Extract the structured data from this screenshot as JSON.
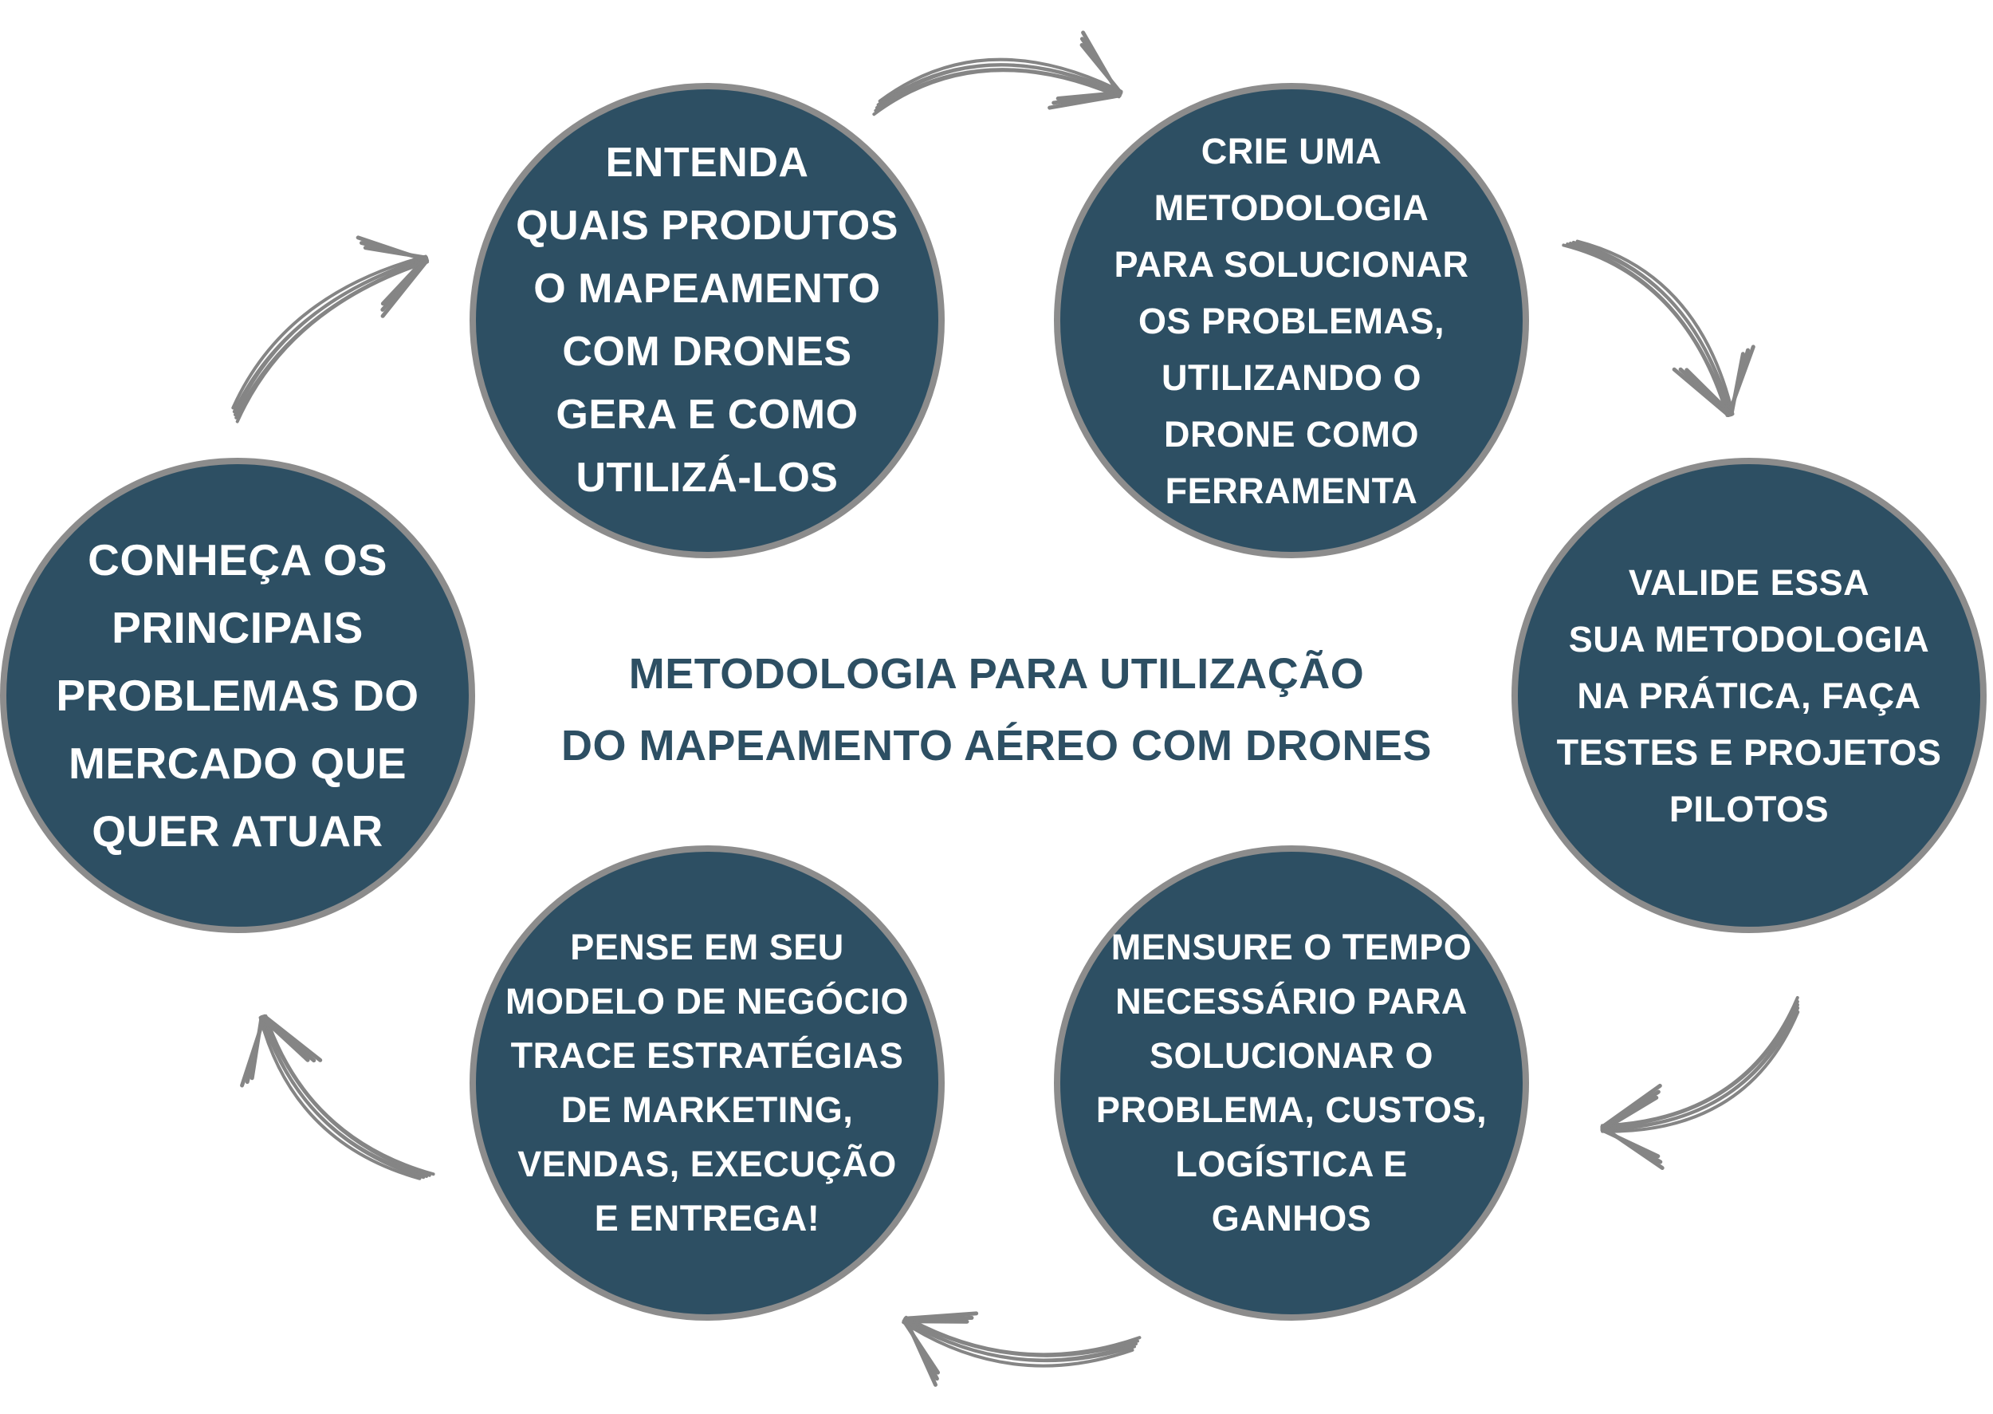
{
  "colors": {
    "circle_fill": "#2d4f63",
    "circle_border": "#8c8c8c",
    "circle_text": "#ffffff",
    "title_text": "#2d4f63",
    "arrow": "#858585"
  },
  "title": "METODOLOGIA PARA UTILIZAÇÃO\nDO MAPEAMENTO AÉREO COM DRONES",
  "steps": [
    {
      "text": "CONHEÇA OS\nPRINCIPAIS\nPROBLEMAS DO\nMERCADO QUE\nQUER ATUAR"
    },
    {
      "text": "ENTENDA\nQUAIS PRODUTOS\nO MAPEAMENTO\nCOM DRONES\nGERA E COMO\nUTILIZÁ-LOS"
    },
    {
      "text": "CRIE UMA\nMETODOLOGIA\nPARA SOLUCIONAR\nOS PROBLEMAS,\nUTILIZANDO O\nDRONE COMO\nFERRAMENTA"
    },
    {
      "text": "VALIDE ESSA\nSUA METODOLOGIA\nNA PRÁTICA, FAÇA\nTESTES E PROJETOS\nPILOTOS"
    },
    {
      "text": "MENSURE O TEMPO\nNECESSÁRIO PARA\nSOLUCIONAR O\nPROBLEMA, CUSTOS,\nLOGÍSTICA E\nGANHOS"
    },
    {
      "text": "PENSE EM SEU\nMODELO DE NEGÓCIO\nTRACE ESTRATÉGIAS\nDE MARKETING,\nVENDAS, EXECUÇÃO\nE ENTREGA!"
    }
  ],
  "arrows": [
    {
      "name": "arrow-step1-to-step2",
      "icon": "curved-arrow-icon"
    },
    {
      "name": "arrow-step2-to-step3",
      "icon": "curved-arrow-icon"
    },
    {
      "name": "arrow-step3-to-step4",
      "icon": "curved-arrow-icon"
    },
    {
      "name": "arrow-step4-to-step5",
      "icon": "curved-arrow-icon"
    },
    {
      "name": "arrow-step5-to-step6",
      "icon": "curved-arrow-icon"
    },
    {
      "name": "arrow-step6-to-step1",
      "icon": "curved-arrow-icon"
    }
  ]
}
